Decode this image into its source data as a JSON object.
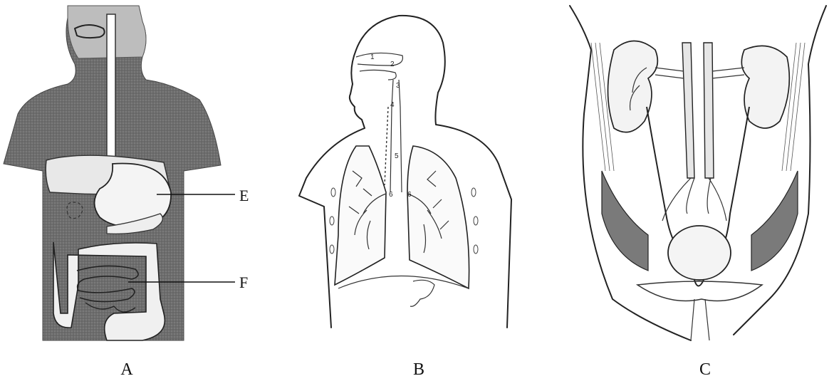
{
  "diagrams": [
    {
      "id": "A",
      "caption": "A",
      "labels": [
        {
          "id": "E",
          "text": "E"
        },
        {
          "id": "F",
          "text": "F"
        }
      ]
    },
    {
      "id": "B",
      "caption": "B",
      "numbers": [
        "1",
        "2",
        "3",
        "4",
        "5",
        "6",
        "6"
      ]
    },
    {
      "id": "C",
      "caption": "C"
    }
  ]
}
